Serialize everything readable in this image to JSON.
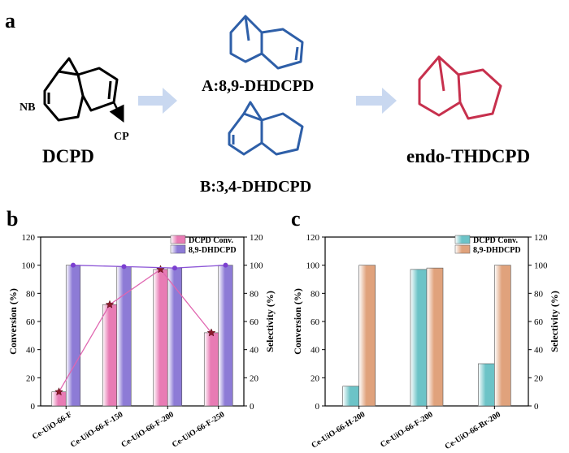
{
  "scheme": {
    "panel_label": "a",
    "reactant": {
      "name": "DCPD",
      "nb_label": "NB",
      "cp_label": "CP"
    },
    "product_a": "A:8,9-DHDCPD",
    "product_b": "B:3,4-DHDCPD",
    "final_product": "endo-THDCPD",
    "colors": {
      "reactant": "#000000",
      "intermediate": "#2e5fa8",
      "final": "#c7304d",
      "arrow": "#c9d8f0"
    }
  },
  "chart_data": [
    {
      "panel_label": "b",
      "type": "bar",
      "categories": [
        "Ce-UiO-66-F",
        "Ce-UiO-66-F-150",
        "Ce-UiO-66-F-200",
        "Ce-UiO-66-F-250"
      ],
      "series": [
        {
          "name": "DCPD Conv.",
          "values": [
            10,
            72,
            97,
            52
          ],
          "axis": "left",
          "color": "#e87bb4",
          "line": true,
          "marker": "star"
        },
        {
          "name": "8,9-DHDCPD",
          "values": [
            100,
            99,
            98,
            100
          ],
          "axis": "right",
          "color": "#8d7bd6",
          "line": true,
          "marker": "circle"
        }
      ],
      "ylabel_left": "Conversion (%)",
      "ylabel_right": "Selectivity (%)",
      "ylim_left": [
        0,
        120
      ],
      "ylim_right": [
        0,
        120
      ],
      "yticks": [
        0,
        20,
        40,
        60,
        80,
        100,
        120
      ],
      "grid": false,
      "legend": "top-right"
    },
    {
      "panel_label": "c",
      "type": "bar",
      "categories": [
        "Ce-UiO-66-H-200",
        "Ce-UiO-66-F-200",
        "Ce-UiO-66-Br-200"
      ],
      "series": [
        {
          "name": "DCPD Conv.",
          "values": [
            14,
            97,
            30
          ],
          "axis": "left",
          "color": "#6cc3c7"
        },
        {
          "name": "8,9-DHDCPD",
          "values": [
            100,
            98,
            100
          ],
          "axis": "right",
          "color": "#e0a27c"
        }
      ],
      "ylabel_left": "Conversion (%)",
      "ylabel_right": "Selectivity (%)",
      "ylim_left": [
        0,
        120
      ],
      "ylim_right": [
        0,
        120
      ],
      "yticks": [
        0,
        20,
        40,
        60,
        80,
        100,
        120
      ],
      "grid": false,
      "legend": "top-right"
    }
  ]
}
